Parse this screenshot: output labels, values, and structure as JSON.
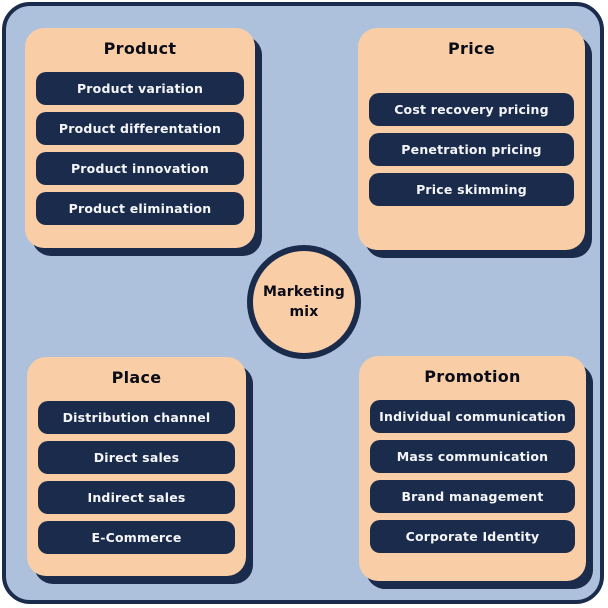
{
  "center": {
    "label": "Marketing\nmix"
  },
  "quadrants": {
    "product": {
      "title": "Product",
      "items": [
        "Product variation",
        "Product differentation",
        "Product innovation",
        "Product elimination"
      ]
    },
    "price": {
      "title": "Price",
      "items": [
        "Cost recovery pricing",
        "Penetration pricing",
        "Price skimming"
      ]
    },
    "place": {
      "title": "Place",
      "items": [
        "Distribution channel",
        "Direct sales",
        "Indirect sales",
        "E-Commerce"
      ]
    },
    "promotion": {
      "title": "Promotion",
      "items": [
        "Individual communication",
        "Mass communication",
        "Brand management",
        "Corporate Identity"
      ]
    }
  },
  "colors": {
    "panel_background": "#adc1dc",
    "card_background": "#f9cda6",
    "navy": "#1b2b4b",
    "pill_text": "#f4f6fa",
    "title_text": "#0a0c18",
    "page_background": "#ffffff"
  }
}
